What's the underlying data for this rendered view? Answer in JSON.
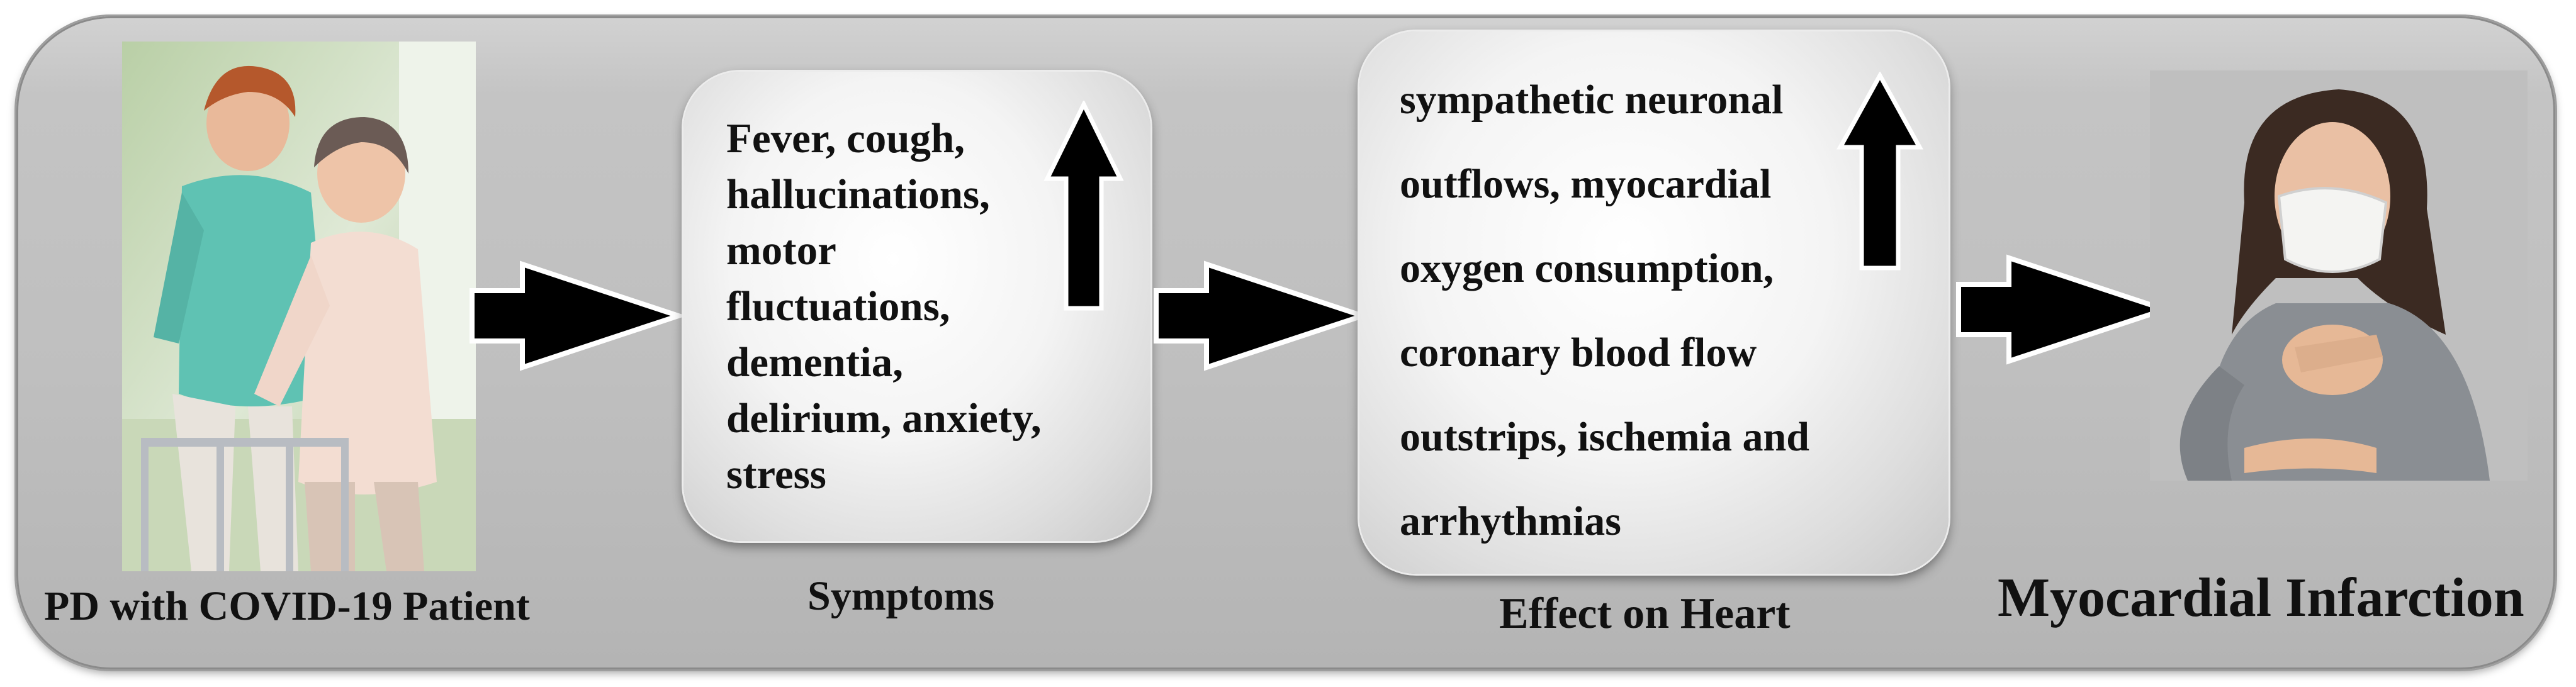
{
  "patient": {
    "label": "PD with COVID-19 Patient",
    "image": "caregiver-helping-elderly-woman-with-walker"
  },
  "symptoms": {
    "label": "Symptoms",
    "lines": [
      "Fever, cough,",
      "hallucinations,",
      "motor",
      "fluctuations,",
      "dementia,",
      "delirium, anxiety,",
      "stress"
    ],
    "indicator": "up-arrow-icon"
  },
  "heart_effect": {
    "label": "Effect on Heart",
    "lines": [
      "sympathetic neuronal",
      "outflows, myocardial",
      "oxygen consumption,",
      "coronary blood flow",
      "outstrips, ischemia and",
      "arrhythmias"
    ],
    "indicator": "up-arrow-icon"
  },
  "outcome": {
    "label": "Myocardial Infarction",
    "image": "woman-with-face-mask-holding-chest"
  },
  "connectors": [
    "right-arrow-icon",
    "right-arrow-icon",
    "right-arrow-icon"
  ],
  "colors": {
    "background": "#bfbfbf",
    "box": "#f2f2f2",
    "arrow": "#000000",
    "text": "#111111"
  }
}
